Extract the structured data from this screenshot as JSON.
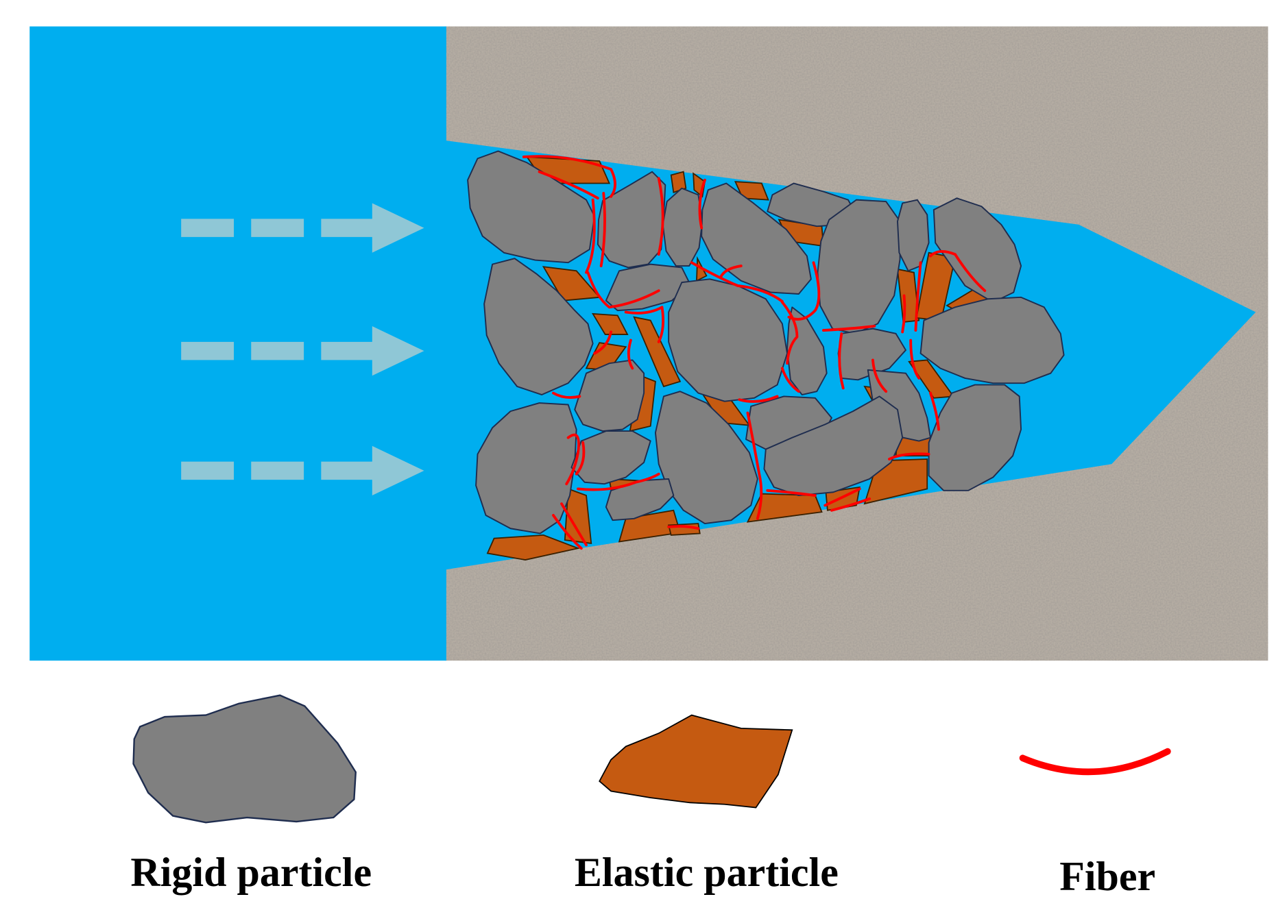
{
  "legend": {
    "rigid_label": "Rigid particle",
    "elastic_label": "Elastic particle",
    "fiber_label": "Fiber"
  },
  "colors": {
    "fluid": "#00aeef",
    "rock": "#9a9288",
    "rigid_fill": "#808080",
    "rigid_stroke": "#1f2d4f",
    "elastic_fill": "#c55a11",
    "fiber": "#ff0000",
    "flow_arrow": "#8fc7d6"
  },
  "icons": {
    "flow": "flow-arrow-icon",
    "rigid": "rigid-particle-icon",
    "elastic": "elastic-particle-icon",
    "fiber": "fiber-icon"
  }
}
